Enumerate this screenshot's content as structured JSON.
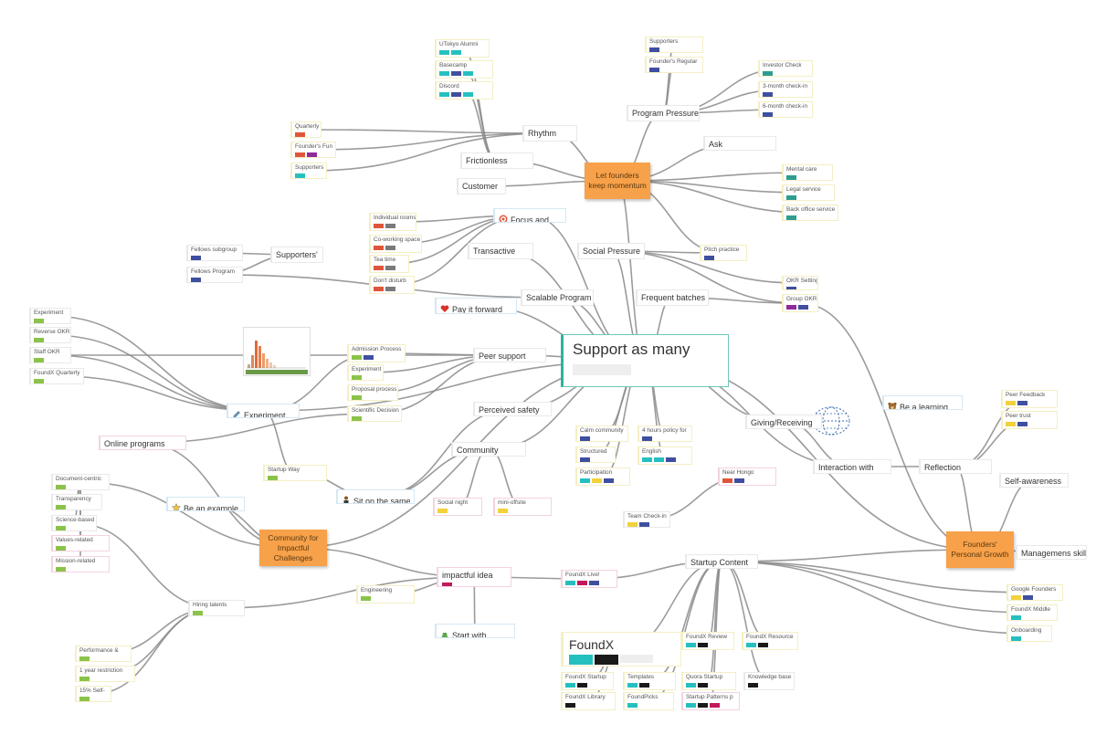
{
  "colors": {
    "green": "#8bc34a",
    "navy": "#3f4fa0",
    "teal": "#26bfbf",
    "red": "#e0553a",
    "purple": "#8e2a9a",
    "gray": "#7a7a7a",
    "yellow": "#f2d13c",
    "crimson": "#c2185b",
    "black": "#1a1a1a",
    "bluegreen": "#2e9d8f"
  },
  "nodes": [
    {
      "id": "utokyo",
      "label": "UTokyo Alumni",
      "kind": "tag",
      "accent": "y",
      "bars": [
        "teal",
        "teal"
      ]
    },
    {
      "id": "basecamp",
      "label": "Basecamp",
      "kind": "tag",
      "accent": "y",
      "bars": [
        "teal",
        "navy",
        "teal"
      ]
    },
    {
      "id": "discord",
      "label": "Discord",
      "kind": "tag",
      "accent": "y",
      "bars": [
        "teal",
        "navy",
        "teal"
      ]
    },
    {
      "id": "supporters1",
      "label": "Supporters",
      "kind": "tag",
      "accent": "y",
      "bars": [
        "navy"
      ]
    },
    {
      "id": "foundersreg",
      "label": "Founder's Regular",
      "kind": "tag",
      "accent": "y",
      "bars": [
        "navy"
      ]
    },
    {
      "id": "investor",
      "label": "Investor Check",
      "kind": "tag",
      "accent": "y",
      "bars": [
        "bluegreen"
      ]
    },
    {
      "id": "month3",
      "label": "3-month check-in",
      "kind": "tag",
      "accent": "y",
      "bars": [
        "navy"
      ]
    },
    {
      "id": "month6",
      "label": "6-month check-in",
      "kind": "tag",
      "accent": "y",
      "bars": [
        "navy"
      ]
    },
    {
      "id": "programpressure",
      "label": "Program Pressure",
      "kind": "topic"
    },
    {
      "id": "rhythm",
      "label": "Rhythm",
      "kind": "topic"
    },
    {
      "id": "ask",
      "label": "Ask",
      "kind": "topic"
    },
    {
      "id": "quarterly",
      "label": "Quarterly",
      "kind": "tag",
      "accent": "y",
      "bars": [
        "red"
      ]
    },
    {
      "id": "founderfun",
      "label": "Founder's Fun",
      "kind": "tag",
      "accent": "y",
      "bars": [
        "red",
        "purple"
      ]
    },
    {
      "id": "supporters2",
      "label": "Supporters",
      "kind": "tag",
      "accent": "y",
      "bars": [
        "teal"
      ]
    },
    {
      "id": "frictionless",
      "label": "Frictionless",
      "kind": "topic"
    },
    {
      "id": "customer",
      "label": "Customer",
      "kind": "topic"
    },
    {
      "id": "letfounders",
      "label": "Let founders keep momentum",
      "kind": "orange"
    },
    {
      "id": "mental",
      "label": "Mental care",
      "kind": "tag",
      "accent": "y",
      "bars": [
        "bluegreen"
      ]
    },
    {
      "id": "legal",
      "label": "Legal service",
      "kind": "tag",
      "accent": "y",
      "bars": [
        "bluegreen"
      ]
    },
    {
      "id": "backoffice",
      "label": "Back office service",
      "kind": "tag",
      "accent": "y",
      "bars": [
        "bluegreen"
      ]
    },
    {
      "id": "focus",
      "label": "Focus and",
      "kind": "topic",
      "accent": "b",
      "icon": "target-icon"
    },
    {
      "id": "indiv",
      "label": "Individual rooms",
      "kind": "tag",
      "accent": "y",
      "bars": [
        "red",
        "gray"
      ]
    },
    {
      "id": "cowork",
      "label": "Co-working  space",
      "kind": "tag",
      "accent": "y",
      "bars": [
        "red",
        "gray"
      ]
    },
    {
      "id": "teatime",
      "label": "Tea time",
      "kind": "tag",
      "accent": "y",
      "bars": [
        "red",
        "gray"
      ]
    },
    {
      "id": "dontdisturb",
      "label": "Don't disturb",
      "kind": "tag",
      "accent": "y",
      "bars": [
        "red",
        "gray"
      ]
    },
    {
      "id": "transactive",
      "label": "Transactive",
      "kind": "topic"
    },
    {
      "id": "socialpressure",
      "label": "Social Pressure",
      "kind": "topic"
    },
    {
      "id": "pitch",
      "label": "Pitch practice",
      "kind": "tag",
      "accent": "y",
      "bars": [
        "navy"
      ]
    },
    {
      "id": "fellowssub",
      "label": "Fellows subgroup",
      "kind": "tag",
      "bars": [
        "navy"
      ]
    },
    {
      "id": "fellowsprog",
      "label": "Fellows Program",
      "kind": "tag",
      "bars": [
        "navy"
      ]
    },
    {
      "id": "supporters3",
      "label": "Supporters'",
      "kind": "topic"
    },
    {
      "id": "payforward",
      "label": "Pay it forward",
      "kind": "topic",
      "accent": "b",
      "icon": "heart-icon"
    },
    {
      "id": "scalable",
      "label": "Scalable Program",
      "kind": "topic"
    },
    {
      "id": "frequent",
      "label": "Frequent batches",
      "kind": "topic"
    },
    {
      "id": "okr",
      "label": "OKR Setting",
      "kind": "tag",
      "accent": "y",
      "bars": [
        "navy"
      ]
    },
    {
      "id": "groupokr",
      "label": "Group OKR",
      "kind": "tag",
      "accent": "y",
      "bars": [
        "purple",
        "navy"
      ]
    },
    {
      "id": "experiment1",
      "label": "Experiment",
      "kind": "tag",
      "bars": [
        "green"
      ]
    },
    {
      "id": "reverseokr",
      "label": "Reverse OKR",
      "kind": "tag",
      "bars": [
        "green"
      ]
    },
    {
      "id": "staffokr",
      "label": "Staff OKR",
      "kind": "tag",
      "bars": [
        "green"
      ]
    },
    {
      "id": "foundxq",
      "label": "FoundX Quarterly",
      "kind": "tag",
      "bars": [
        "green"
      ]
    },
    {
      "id": "admission",
      "label": "Admission Process",
      "kind": "tag",
      "accent": "y",
      "bars": [
        "green",
        "navy"
      ]
    },
    {
      "id": "experiment2",
      "label": "Experiment",
      "kind": "tag",
      "accent": "y",
      "bars": [
        "green"
      ]
    },
    {
      "id": "proposal",
      "label": "Proposal process",
      "kind": "tag",
      "accent": "y",
      "bars": [
        "green"
      ]
    },
    {
      "id": "scientific",
      "label": "Scientific Decision",
      "kind": "tag",
      "accent": "y",
      "bars": [
        "green"
      ]
    },
    {
      "id": "peersupport",
      "label": "Peer support",
      "kind": "topic"
    },
    {
      "id": "main",
      "label": "Support as many",
      "kind": "main"
    },
    {
      "id": "experiment3",
      "label": "Experiment",
      "kind": "topic",
      "accent": "b",
      "icon": "pencil-icon"
    },
    {
      "id": "perceived",
      "label": "Perceived safety",
      "kind": "topic"
    },
    {
      "id": "calm",
      "label": "Calm community",
      "kind": "tag",
      "accent": "y",
      "bars": [
        "navy"
      ]
    },
    {
      "id": "hours4",
      "label": "4 hours policy for",
      "kind": "tag",
      "accent": "y",
      "bars": [
        "navy"
      ]
    },
    {
      "id": "structured",
      "label": "Structured",
      "kind": "tag",
      "accent": "y",
      "bars": [
        "navy"
      ]
    },
    {
      "id": "english",
      "label": "English",
      "kind": "tag",
      "accent": "y",
      "bars": [
        "teal",
        "teal",
        "navy"
      ]
    },
    {
      "id": "participation",
      "label": "Participation",
      "kind": "tag",
      "accent": "y",
      "bars": [
        "teal",
        "yellow",
        "navy"
      ]
    },
    {
      "id": "giving",
      "label": "Giving/Receiving",
      "kind": "topic"
    },
    {
      "id": "bealearning",
      "label": "Be a learning",
      "kind": "topic",
      "accent": "b",
      "icon": "bear-icon"
    },
    {
      "id": "peerfeedback",
      "label": "Peer Feedback",
      "kind": "tag",
      "accent": "y",
      "bars": [
        "yellow",
        "navy"
      ]
    },
    {
      "id": "peertrust",
      "label": "Peer trust",
      "kind": "tag",
      "accent": "y",
      "bars": [
        "yellow",
        "navy"
      ]
    },
    {
      "id": "online",
      "label": "Online programs",
      "kind": "topic",
      "accent": "p"
    },
    {
      "id": "community",
      "label": "Community",
      "kind": "topic"
    },
    {
      "id": "interaction",
      "label": "Interaction with",
      "kind": "topic"
    },
    {
      "id": "reflection",
      "label": "Reflection",
      "kind": "topic"
    },
    {
      "id": "selfaware",
      "label": "Self-awareness",
      "kind": "topic"
    },
    {
      "id": "startupway",
      "label": "Startup Way",
      "kind": "tag",
      "accent": "y",
      "bars": [
        "green"
      ]
    },
    {
      "id": "nearhongo",
      "label": "Near Hongo",
      "kind": "tag",
      "accent": "p",
      "bars": [
        "red",
        "navy"
      ]
    },
    {
      "id": "doccentric",
      "label": "Document-centric",
      "kind": "tag",
      "bars": [
        "green"
      ]
    },
    {
      "id": "transparency",
      "label": "Transparency",
      "kind": "tag",
      "bars": [
        "green"
      ]
    },
    {
      "id": "science",
      "label": "Science-based",
      "kind": "tag",
      "bars": [
        "green"
      ]
    },
    {
      "id": "values",
      "label": "Values-related",
      "kind": "tag",
      "accent": "p",
      "bars": [
        "green"
      ]
    },
    {
      "id": "mission",
      "label": "Mission-related",
      "kind": "tag",
      "accent": "p",
      "bars": [
        "green"
      ]
    },
    {
      "id": "beexample",
      "label": "Be an example",
      "kind": "topic",
      "accent": "b",
      "icon": "star-icon"
    },
    {
      "id": "sitsame",
      "label": "Sit on the same",
      "kind": "topic",
      "accent": "b",
      "icon": "person-icon"
    },
    {
      "id": "socialnight",
      "label": "Social night",
      "kind": "tag",
      "accent": "p",
      "bars": [
        "yellow"
      ]
    },
    {
      "id": "minioffsite",
      "label": "mini-offsite",
      "kind": "tag",
      "accent": "p",
      "bars": [
        "yellow"
      ]
    },
    {
      "id": "teamcheck",
      "label": "Team Check-in",
      "kind": "tag",
      "bars": [
        "yellow",
        "navy"
      ]
    },
    {
      "id": "communityimpact",
      "label": "Community for Impactful Challenges",
      "kind": "orange"
    },
    {
      "id": "founderspg",
      "label": "Founders' Personal Growth",
      "kind": "orange"
    },
    {
      "id": "management",
      "label": "Managemens skill",
      "kind": "topic"
    },
    {
      "id": "startupcontent",
      "label": "Startup Content",
      "kind": "topic"
    },
    {
      "id": "impactful",
      "label": "impactful idea",
      "kind": "topic",
      "accent": "p",
      "bars": [
        "crimson"
      ]
    },
    {
      "id": "foundxlive",
      "label": "FoundX Live!",
      "kind": "tag",
      "accent": "p",
      "bars": [
        "teal",
        "crimson",
        "navy"
      ]
    },
    {
      "id": "googlefounders",
      "label": "Google Founders",
      "kind": "tag",
      "accent": "y",
      "bars": [
        "yellow",
        "navy"
      ]
    },
    {
      "id": "foundxmiddle",
      "label": "FoundX Middle",
      "kind": "tag",
      "accent": "y",
      "bars": [
        "teal"
      ]
    },
    {
      "id": "onboarding",
      "label": "Onboarding",
      "kind": "tag",
      "accent": "y",
      "bars": [
        "teal"
      ]
    },
    {
      "id": "hiring",
      "label": "Hiring talents",
      "kind": "tag",
      "bars": [
        "green"
      ]
    },
    {
      "id": "engineering",
      "label": "Engineering",
      "kind": "tag",
      "accent": "y",
      "bars": [
        "green"
      ]
    },
    {
      "id": "startwith",
      "label": "Start with",
      "kind": "topic",
      "accent": "b",
      "icon": "hat-icon"
    },
    {
      "id": "foundx",
      "label": "FoundX",
      "kind": "foundx",
      "bars": [
        "teal",
        "black"
      ]
    },
    {
      "id": "foundxreview",
      "label": "FoundX Review",
      "kind": "tag",
      "accent": "y",
      "bars": [
        "teal",
        "black"
      ]
    },
    {
      "id": "foundxresource",
      "label": "FoundX Resource",
      "kind": "tag",
      "accent": "y",
      "bars": [
        "teal",
        "black"
      ]
    },
    {
      "id": "performance",
      "label": "Performance &",
      "kind": "tag",
      "accent": "y",
      "bars": [
        "green"
      ]
    },
    {
      "id": "year1",
      "label": "1 year restriction",
      "kind": "tag",
      "accent": "y",
      "bars": [
        "green"
      ]
    },
    {
      "id": "self15",
      "label": "15% Self-",
      "kind": "tag",
      "accent": "y",
      "bars": [
        "green"
      ]
    },
    {
      "id": "foundxstartup",
      "label": "FoundX Startup",
      "kind": "tag",
      "accent": "y",
      "bars": [
        "teal",
        "black"
      ]
    },
    {
      "id": "templates",
      "label": "Templates",
      "kind": "tag",
      "accent": "y",
      "bars": [
        "teal",
        "black"
      ]
    },
    {
      "id": "quora",
      "label": "Quora Startup",
      "kind": "tag",
      "accent": "y",
      "bars": [
        "teal",
        "black"
      ]
    },
    {
      "id": "knowledge",
      "label": "Knowledge base",
      "kind": "tag",
      "bars": [
        "black"
      ]
    },
    {
      "id": "foundxlibrary",
      "label": "FoundX Library",
      "kind": "tag",
      "accent": "y",
      "bars": [
        "black"
      ]
    },
    {
      "id": "foundpicks",
      "label": "FoundPicks",
      "kind": "tag",
      "accent": "y",
      "bars": [
        "teal"
      ]
    },
    {
      "id": "startuppatterns",
      "label": "Startup Patterns p",
      "kind": "tag",
      "accent": "p",
      "bars": [
        "teal",
        "black",
        "crimson"
      ]
    }
  ],
  "edges": [
    [
      "main",
      "scalable"
    ],
    [
      "main",
      "frequent"
    ],
    [
      "main",
      "peersupport"
    ],
    [
      "main",
      "perceived"
    ],
    [
      "main",
      "community"
    ],
    [
      "main",
      "giving"
    ],
    [
      "main",
      "letfounders"
    ],
    [
      "main",
      "focus"
    ],
    [
      "main",
      "transactive"
    ],
    [
      "main",
      "socialpressure"
    ],
    [
      "main",
      "payforward"
    ],
    [
      "main",
      "calm"
    ],
    [
      "main",
      "structured"
    ],
    [
      "main",
      "participation"
    ],
    [
      "main",
      "hours4"
    ],
    [
      "main",
      "english"
    ],
    [
      "main",
      "interaction"
    ],
    [
      "main",
      "founderspg"
    ],
    [
      "main",
      "communityimpact"
    ],
    [
      "main",
      "experiment3"
    ],
    [
      "letfounders",
      "rhythm"
    ],
    [
      "letfounders",
      "frictionless"
    ],
    [
      "letfounders",
      "customer"
    ],
    [
      "letfounders",
      "programpressure"
    ],
    [
      "letfounders",
      "ask"
    ],
    [
      "letfounders",
      "mental"
    ],
    [
      "letfounders",
      "legal"
    ],
    [
      "letfounders",
      "backoffice"
    ],
    [
      "letfounders",
      "pitch"
    ],
    [
      "programpressure",
      "supporters1"
    ],
    [
      "programpressure",
      "foundersreg"
    ],
    [
      "programpressure",
      "investor"
    ],
    [
      "programpressure",
      "month3"
    ],
    [
      "programpressure",
      "month6"
    ],
    [
      "rhythm",
      "quarterly"
    ],
    [
      "rhythm",
      "founderfun"
    ],
    [
      "rhythm",
      "supporters2"
    ],
    [
      "frictionless",
      "utokyo"
    ],
    [
      "frictionless",
      "basecamp"
    ],
    [
      "frictionless",
      "discord"
    ],
    [
      "focus",
      "indiv"
    ],
    [
      "focus",
      "cowork"
    ],
    [
      "focus",
      "teatime"
    ],
    [
      "focus",
      "dontdisturb"
    ],
    [
      "socialpressure",
      "okr"
    ],
    [
      "socialpressure",
      "groupokr"
    ],
    [
      "socialpressure",
      "pitch"
    ],
    [
      "supporters3",
      "fellowssub"
    ],
    [
      "supporters3",
      "fellowsprog"
    ],
    [
      "peersupport",
      "admission"
    ],
    [
      "peersupport",
      "experiment2"
    ],
    [
      "peersupport",
      "proposal"
    ],
    [
      "peersupport",
      "scientific"
    ],
    [
      "experiment3",
      "experiment1"
    ],
    [
      "experiment3",
      "reverseokr"
    ],
    [
      "experiment3",
      "staffokr"
    ],
    [
      "experiment3",
      "foundxq"
    ],
    [
      "experiment3",
      "startupway"
    ],
    [
      "experiment3",
      "admission"
    ],
    [
      "community",
      "socialnight"
    ],
    [
      "community",
      "minioffsite"
    ],
    [
      "community",
      "sitsame"
    ],
    [
      "interaction",
      "giving"
    ],
    [
      "interaction",
      "reflection"
    ],
    [
      "reflection",
      "peerfeedback"
    ],
    [
      "reflection",
      "peertrust"
    ],
    [
      "founderspg",
      "reflection"
    ],
    [
      "founderspg",
      "selfaware"
    ],
    [
      "founderspg",
      "management"
    ],
    [
      "founderspg",
      "startupcontent"
    ],
    [
      "founderspg",
      "groupokr"
    ],
    [
      "communityimpact",
      "online"
    ],
    [
      "communityimpact",
      "doccentric"
    ],
    [
      "communityimpact",
      "beexample"
    ],
    [
      "communityimpact",
      "impactful"
    ],
    [
      "doccentric",
      "transparency"
    ],
    [
      "doccentric",
      "science"
    ],
    [
      "doccentric",
      "values"
    ],
    [
      "doccentric",
      "mission"
    ],
    [
      "startupcontent",
      "foundxlive"
    ],
    [
      "startupcontent",
      "googlefounders"
    ],
    [
      "startupcontent",
      "foundxmiddle"
    ],
    [
      "startupcontent",
      "onboarding"
    ],
    [
      "startupcontent",
      "foundx"
    ],
    [
      "startupcontent",
      "foundxreview"
    ],
    [
      "startupcontent",
      "foundxresource"
    ],
    [
      "startupcontent",
      "templates"
    ],
    [
      "startupcontent",
      "quora"
    ],
    [
      "startupcontent",
      "knowledge"
    ],
    [
      "startupcontent",
      "foundpicks"
    ],
    [
      "startupcontent",
      "startuppatterns"
    ],
    [
      "impactful",
      "startwith"
    ],
    [
      "impactful",
      "engineering"
    ],
    [
      "impactful",
      "foundxlive"
    ],
    [
      "impactful",
      "hiring"
    ],
    [
      "hiring",
      "performance"
    ],
    [
      "hiring",
      "year1"
    ],
    [
      "hiring",
      "self15"
    ],
    [
      "hiring",
      "science"
    ],
    [
      "foundx",
      "foundxstartup"
    ],
    [
      "foundx",
      "foundxlibrary"
    ],
    [
      "startupway",
      "sitsame"
    ],
    [
      "nearhongo",
      "teamcheck"
    ],
    [
      "sitsame",
      "perceived"
    ],
    [
      "online",
      "scientific"
    ],
    [
      "peersupport",
      "staffokr"
    ],
    [
      "scalable",
      "fellowsprog"
    ],
    [
      "frequent",
      "groupokr"
    ]
  ]
}
